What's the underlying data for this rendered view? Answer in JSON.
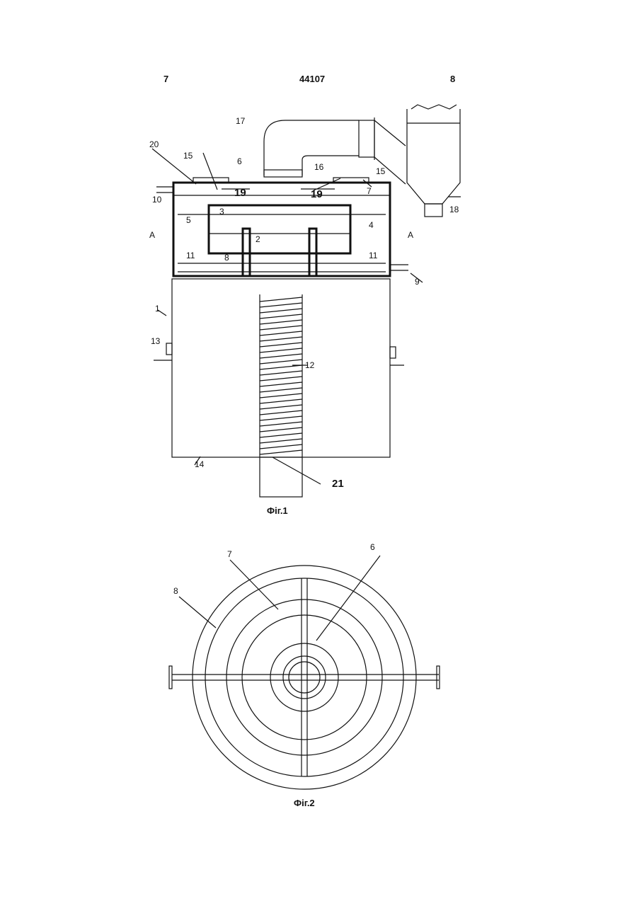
{
  "header": {
    "page_left": "7",
    "patent_number": "44107",
    "page_right": "8"
  },
  "figure1": {
    "caption": "Фіг.1",
    "labels": {
      "l1": "1",
      "l2": "2",
      "l3": "3",
      "l4": "4",
      "l5": "5",
      "l6": "6",
      "l7": "7",
      "l8": "8",
      "l9": "9",
      "l10": "10",
      "l11a": "11",
      "l11b": "11",
      "l12": "12",
      "l13": "13",
      "l14": "14",
      "l15a": "15",
      "l15b": "15",
      "l16": "16",
      "l17": "17",
      "l18": "18",
      "l19a": "19",
      "l19b": "19",
      "l20": "20",
      "l21": "21",
      "sectionA_left": "A",
      "sectionA_right": "A"
    }
  },
  "figure2": {
    "caption": "Фіг.2",
    "labels": {
      "l6": "6",
      "l7": "7",
      "l8": "8"
    }
  }
}
